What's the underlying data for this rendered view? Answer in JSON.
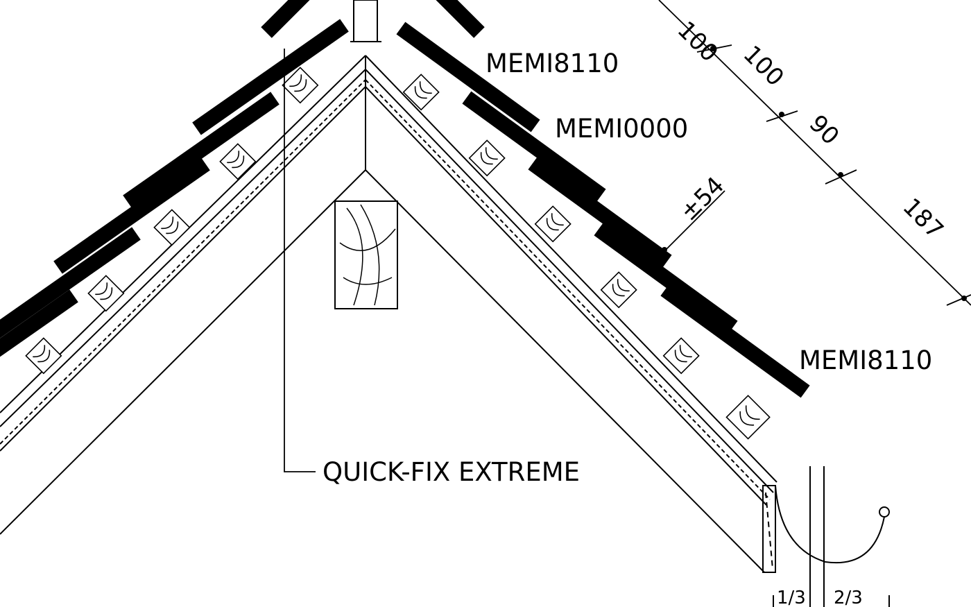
{
  "labels": {
    "top_right_tile": "MEMI8110",
    "mid_right_tile": "MEMI0000",
    "lower_right_tile": "MEMI8110",
    "fixing": "QUICK-FIX EXTREME"
  },
  "dimensions": {
    "d1": "100",
    "d2": "100",
    "d3": "90",
    "d4": "187",
    "overlap": "±54",
    "gutter_left": "1/3",
    "gutter_right": "2/3"
  },
  "colors": {
    "ink": "#000000",
    "paper": "#ffffff"
  }
}
